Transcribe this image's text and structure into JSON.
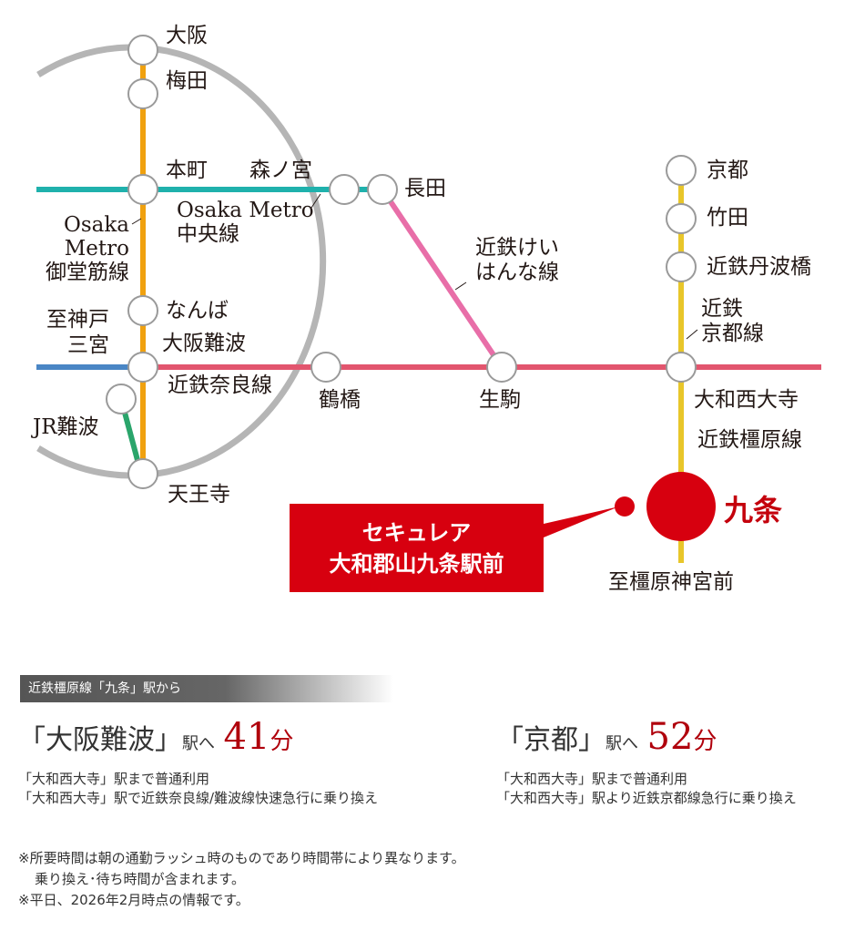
{
  "colors": {
    "loop": "#b5b5b5",
    "chuo": "#1fb1ac",
    "midosuji": "#f0a10f",
    "kobe": "#4a86c5",
    "nara": "#e2556e",
    "keihanna": "#e86ea8",
    "jr": "#2aa56b",
    "kyoto": "#e8c62a",
    "accent": "#d7000f"
  },
  "stations": {
    "osaka": "大阪",
    "umeda": "梅田",
    "honmachi": "本町",
    "morinomiya": "森ノ宮",
    "nagata": "長田",
    "namba": "なんば",
    "osaka_namba": "大阪難波",
    "tsuruhashi": "鶴橋",
    "ikoma": "生駒",
    "tennoji": "天王寺",
    "jr_namba": "JR難波",
    "kyoto": "京都",
    "takeda": "竹田",
    "tambabashi": "近鉄丹波橋",
    "yamato_saidaiji": "大和西大寺",
    "kujo": "九条"
  },
  "lines": {
    "chuo_1": "Osaka Metro",
    "chuo_2": "中央線",
    "midosuji_1": "Osaka",
    "midosuji_2": "Metro",
    "midosuji_3": "御堂筋線",
    "keihanna_1": "近鉄けい",
    "keihanna_2": "はんな線",
    "kyoto_1": "近鉄",
    "kyoto_2": "京都線",
    "nara": "近鉄奈良線",
    "kashihara": "近鉄橿原線",
    "to_kobe_1": "至神戸",
    "to_kobe_2": "三宮",
    "to_kashihara": "至橿原神宮前"
  },
  "property": {
    "line1": "セキュレア",
    "line2": "大和郡山九条駅前"
  },
  "access": {
    "banner": "近鉄橿原線「九条」駅から",
    "routes": [
      {
        "dest": "「大阪難波」",
        "eki": "駅へ",
        "minutes": "41",
        "unit": "分",
        "note1": "「大和西大寺」駅まで普通利用",
        "note2": "「大和西大寺」駅で近鉄奈良線/難波線快速急行に乗り換え"
      },
      {
        "dest": "「京都」",
        "eki": "駅へ",
        "minutes": "52",
        "unit": "分",
        "note1": "「大和西大寺」駅まで普通利用",
        "note2": "「大和西大寺」駅より近鉄京都線急行に乗り換え"
      }
    ],
    "footnote1": "※所要時間は朝の通勤ラッシュ時のものであり時間帯により異なります。",
    "footnote2": "乗り換え･待ち時間が含まれます。",
    "footnote3": "※平日、2026年2月時点の情報です。"
  }
}
